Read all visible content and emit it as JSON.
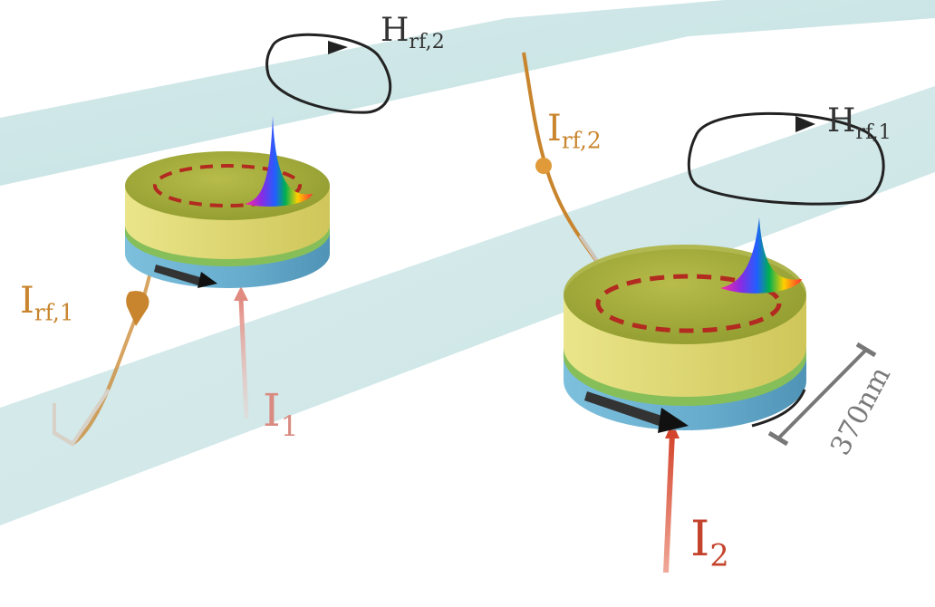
{
  "colors": {
    "waveguide": "#bfe0e1",
    "disk_top": "#a7ad3a",
    "disk_yellow": "#e6e07a",
    "disk_green": "#86bf5a",
    "disk_blue": "#6fb6d6",
    "current_dc_left": "#e0958c",
    "current_dc_right": "#d44a31",
    "current_rf": "#d08a2c",
    "field_loop": "#222222",
    "orbit": "#c0392b",
    "scale_bar": "#777777"
  },
  "labels": {
    "h_rf_2": {
      "main": "H",
      "sub": "rf,2"
    },
    "h_rf_1": {
      "main": "H",
      "sub": "rf,1"
    },
    "i_rf_1": {
      "main": "I",
      "sub": "rf,1"
    },
    "i_rf_2": {
      "main": "I",
      "sub": "rf,2"
    },
    "i_1": {
      "main": "I",
      "sub": "1"
    },
    "i_2": {
      "main": "I",
      "sub": "2"
    },
    "dimension": "370nm"
  }
}
